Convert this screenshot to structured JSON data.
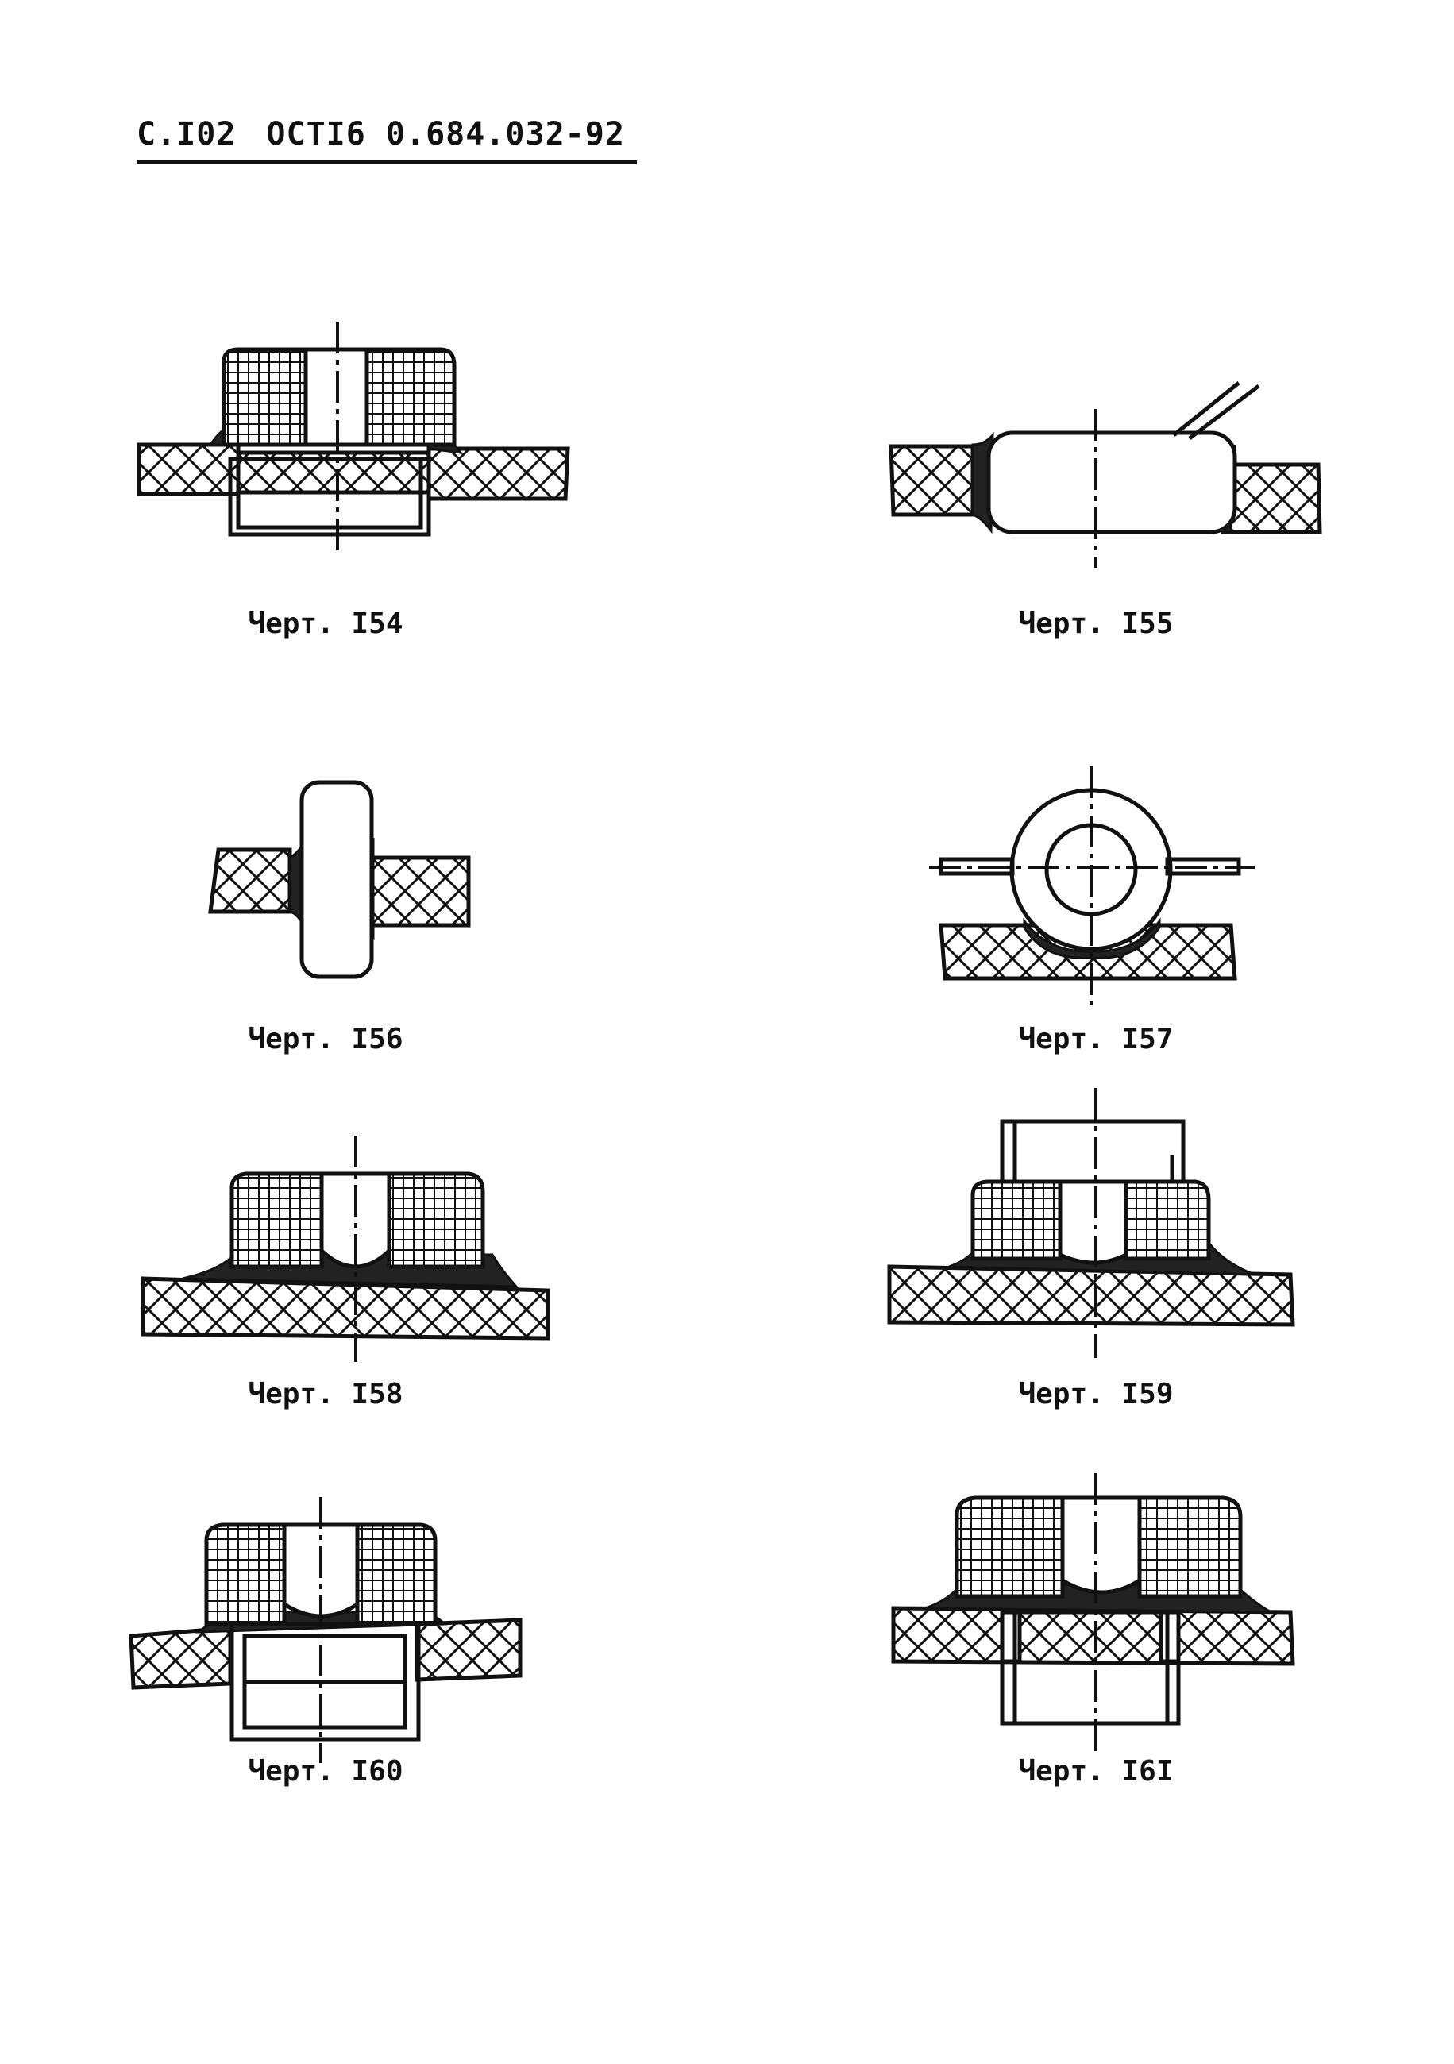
{
  "header": {
    "page": "С.I02",
    "standard": "ОСТI6 0.684.032-92"
  },
  "captions": [
    "Черт. I54",
    "Черт. I55",
    "Черт. I56",
    "Черт. I57",
    "Черт. I58",
    "Черт. I59",
    "Черт. I60",
    "Черт. I6I"
  ]
}
